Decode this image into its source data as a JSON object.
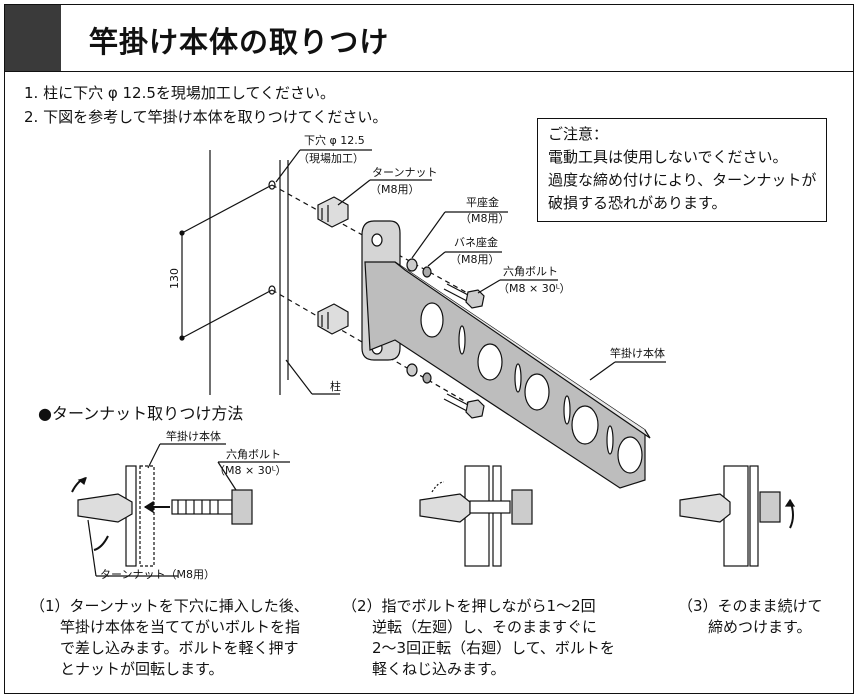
{
  "header": {
    "title": "竿掛け本体の取りつけ"
  },
  "instructions": [
    "1. 柱に下穴 φ 12.5を現場加工してください。",
    "2. 下図を参考して竿掛け本体を取りつけてください。"
  ],
  "caution": {
    "title": "ご注意：",
    "lines": [
      "電動工具は使用しないでください。",
      "過度な締め付けにより、ターンナットが",
      "破損する恐れがあります。"
    ]
  },
  "diagram_labels": {
    "pilot_hole": "下穴 φ 12.5",
    "pilot_hole_note": "（現場加工）",
    "turn_nut": "ターンナット",
    "turn_nut_size": "（M8用）",
    "flat_washer": "平座金",
    "flat_washer_size": "（M8用）",
    "spring_washer": "バネ座金",
    "spring_washer_size": "（M8用）",
    "hex_bolt": "六角ボルト",
    "hex_bolt_size": "（M8 × 30ᴸ）",
    "dimension": "130",
    "rack_body": "竿掛け本体",
    "pillar": "柱"
  },
  "method": {
    "heading": "●ターンナット取りつけ方法",
    "rack_body": "竿掛け本体",
    "hex_bolt": "六角ボルト",
    "hex_bolt_size": "（M8 × 30ᴸ）",
    "turn_nut_full": "ターンナット（M8用）"
  },
  "steps": [
    {
      "lines": [
        "（1）ターンナットを下穴に挿入した後、",
        "　　竿掛け本体を当ててがいボルトを指",
        "　　で差し込みます。ボルトを軽く押す",
        "　　とナットが回転します。"
      ]
    },
    {
      "lines": [
        "（2）指でボルトを押しながら1～2回",
        "　　逆転（左廻）し、そのまますぐに",
        "　　2～3回正転（右廻）して、ボルトを",
        "　　軽くねじ込みます。"
      ]
    },
    {
      "lines": [
        "（3）そのまま続けて",
        "　　締めつけます。"
      ]
    }
  ]
}
